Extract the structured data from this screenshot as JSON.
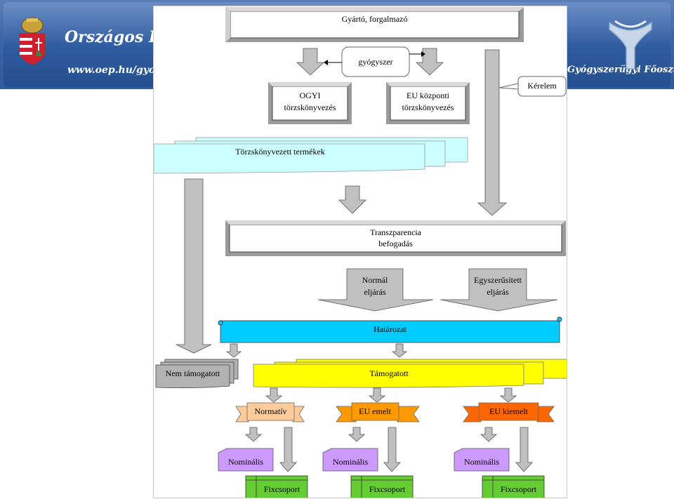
{
  "banner": {
    "title": "Országos Egészségbiztosítási Pénztár",
    "url": "www.oep.hu/gyogyszer",
    "department": "Gyógyszerügyi Főosztály"
  },
  "diagram": {
    "manufacturer": "Gyártó, forgalmazó",
    "drug": "gyógyszer",
    "ogyi_line1": "OGYI",
    "ogyi_line2": "törzskönyvezés",
    "eu_line1": "EU központi",
    "eu_line2": "törzskönyvezés",
    "request": "Kérelem",
    "registered": "Törzskönyvezett termékek",
    "transparency_line1": "Transzparencia",
    "transparency_line2": "befogadás",
    "normal_line1": "Normál",
    "normal_line2": "eljárás",
    "simplified_line1": "Egyszerűsített",
    "simplified_line2": "eljárás",
    "decision": "Határozat",
    "not_supported": "Nem támogatott",
    "supported": "Támogatott",
    "normative": "Normatív",
    "eu_raised": "EU emelt",
    "eu_highlighted": "EU kiemelt",
    "nominal_1": "Nominális",
    "nominal_2": "Nominális",
    "nominal_3": "Nominális",
    "fixed_1": "Fixcsoport",
    "fixed_2": "Fixcsoport",
    "fixed_3": "Fixcsoport"
  },
  "colors": {
    "registered_fill": "#ccffff",
    "decision_fill": "#00ccff",
    "supported_fill": "#ffff00",
    "not_supported_fill": "#b2b2b2",
    "normative_fill": "#ffcc99",
    "eu_raised_fill": "#ff9900",
    "eu_highlighted_fill": "#ff6600",
    "nominal_fill": "#cc99ff",
    "fixed_fill": "#66cc33",
    "arrow_fill": "#c0c0c0"
  }
}
